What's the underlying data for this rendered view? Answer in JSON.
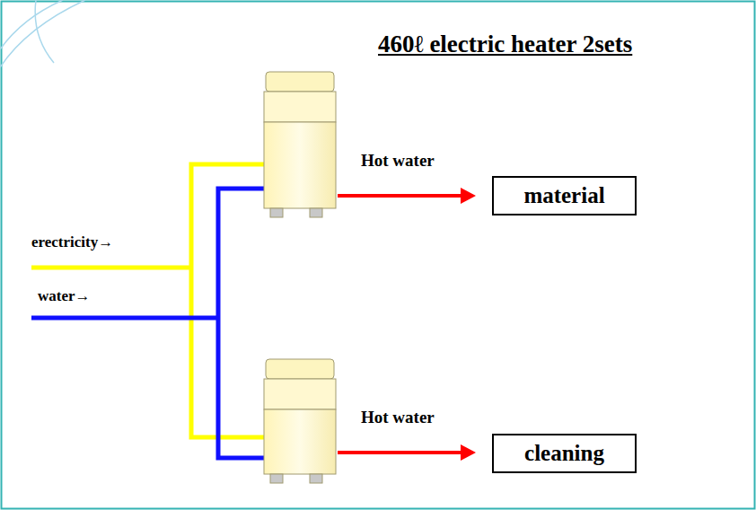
{
  "diagram": {
    "title": "460ℓ electric heater 2sets",
    "nodes": [
      {
        "text": [
          "material"
        ]
      },
      {
        "text": [
          "cleaning"
        ]
      }
    ],
    "labels": [
      "Hot water",
      "Hot water",
      "erectricity→",
      "water→"
    ]
  }
}
